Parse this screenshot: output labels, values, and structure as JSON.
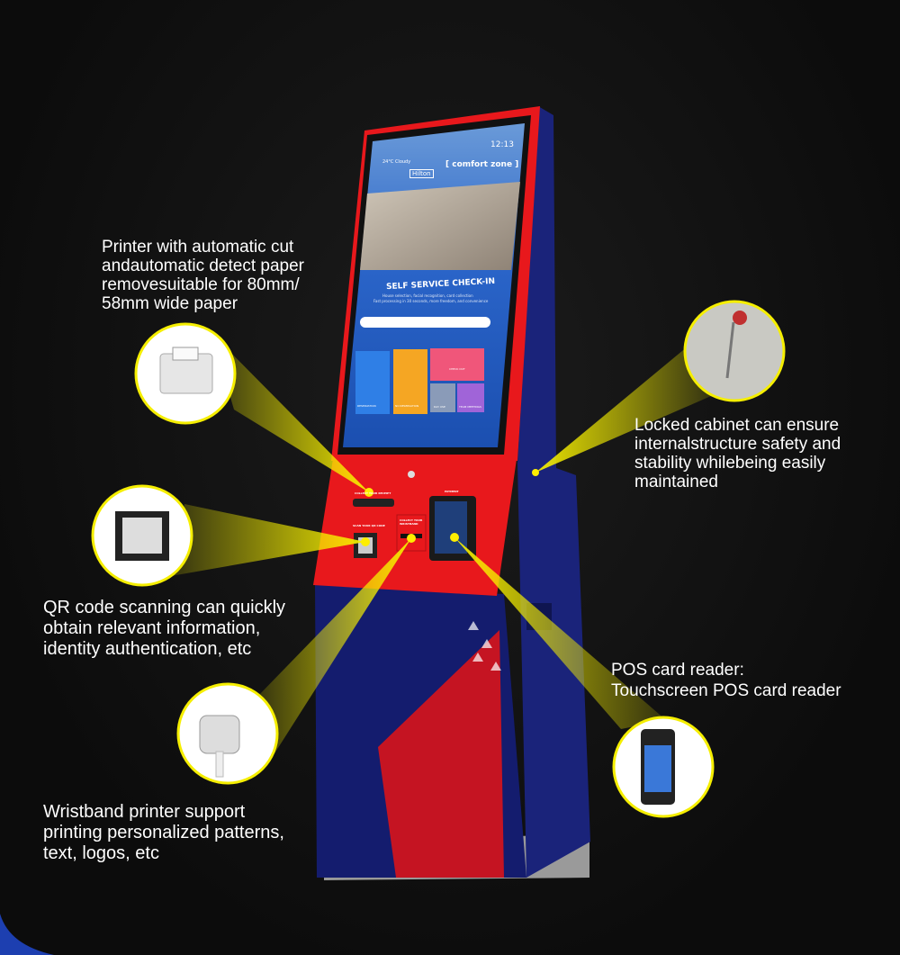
{
  "captions": {
    "printer": [
      "Printer with automatic cut",
      "andautomatic detect paper",
      "removesuitable for 80mm/",
      "58mm wide paper"
    ],
    "qr": [
      "QR code scanning can quickly",
      "obtain relevant information,",
      "identity authentication, etc"
    ],
    "wristband": [
      "Wristband printer support",
      "printing personalized patterns,",
      "text, logos, etc"
    ],
    "lock": [
      "Locked cabinet can ensure",
      "internalstructure safety and",
      "stability whilebeing easily",
      "maintained"
    ],
    "pos": [
      "POS card reader:",
      "Touchscreen POS card reader"
    ]
  },
  "screen": {
    "time": "12:13",
    "weather": "24°C Cloudy",
    "brand": "Hilton",
    "partner": "[ comfort zone ]",
    "title": "SELF SERVICE CHECK-IN",
    "subtitle1": "House selection, facial recognition, card collection",
    "subtitle2": "Fast processing in 30 seconds, more freedom, and convenience",
    "tile_checkout": "CHECK OUT",
    "tile_reservation": "RESERVATION",
    "tile_no_reservation": "NO RESERVATION",
    "tile_day_use": "DAY USE",
    "tile_team": "TEAM MEETINGS"
  },
  "panel": {
    "receipt": "COLLECT YOUR RECEIPT",
    "qr": "SCAN YOUR QR CODE",
    "wristband": "COLLECT YOUR WRISTBAND",
    "payment": "PAYMENT"
  },
  "colors": {
    "kiosk_red": "#e8181c",
    "kiosk_blue": "#141c6e",
    "beam": "#f5ee00"
  }
}
